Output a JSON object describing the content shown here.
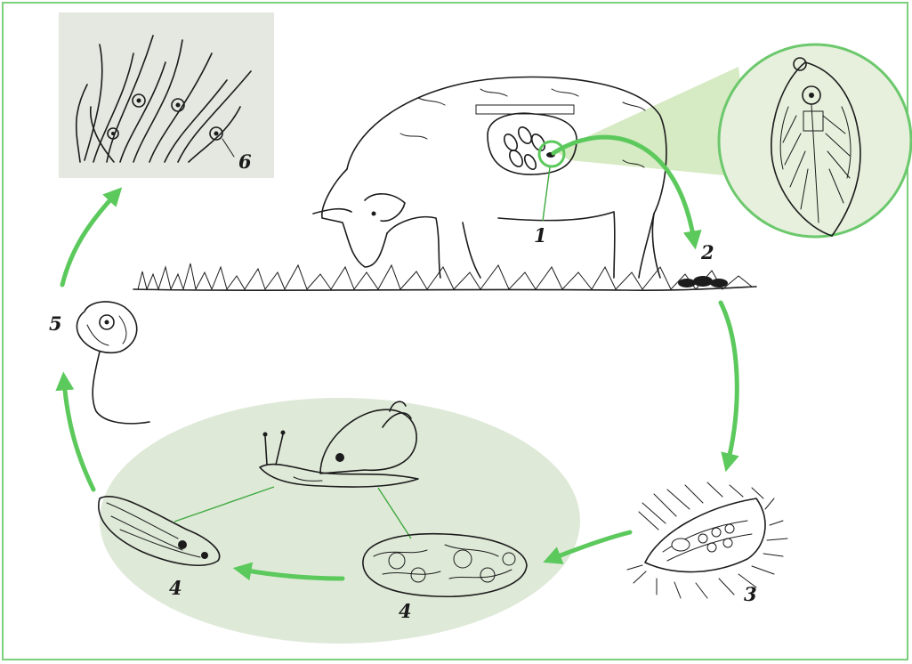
{
  "stage_labels": {
    "s1": "1",
    "s2": "2",
    "s3": "3",
    "s4a": "4",
    "s4b": "4",
    "s5": "5",
    "s6": "6"
  },
  "colors": {
    "arrow": "#5cc95c",
    "frame": "#7ccf7c",
    "snail_zone": "#dfe9d8",
    "grass_panel": "#e4e8e0",
    "zoom_circle": "#e6f0dc",
    "ink": "#1c1c1c"
  },
  "icons": {
    "host_animal": "sheep-illustration",
    "adult_worm": "liver-fluke-icon",
    "egg": "egg-icon",
    "intermediate_host": "snail-icon",
    "larva_stage": "larva-icon",
    "cyst_stage": "cyst-on-grass-icon",
    "feces": "droppings-icon"
  }
}
